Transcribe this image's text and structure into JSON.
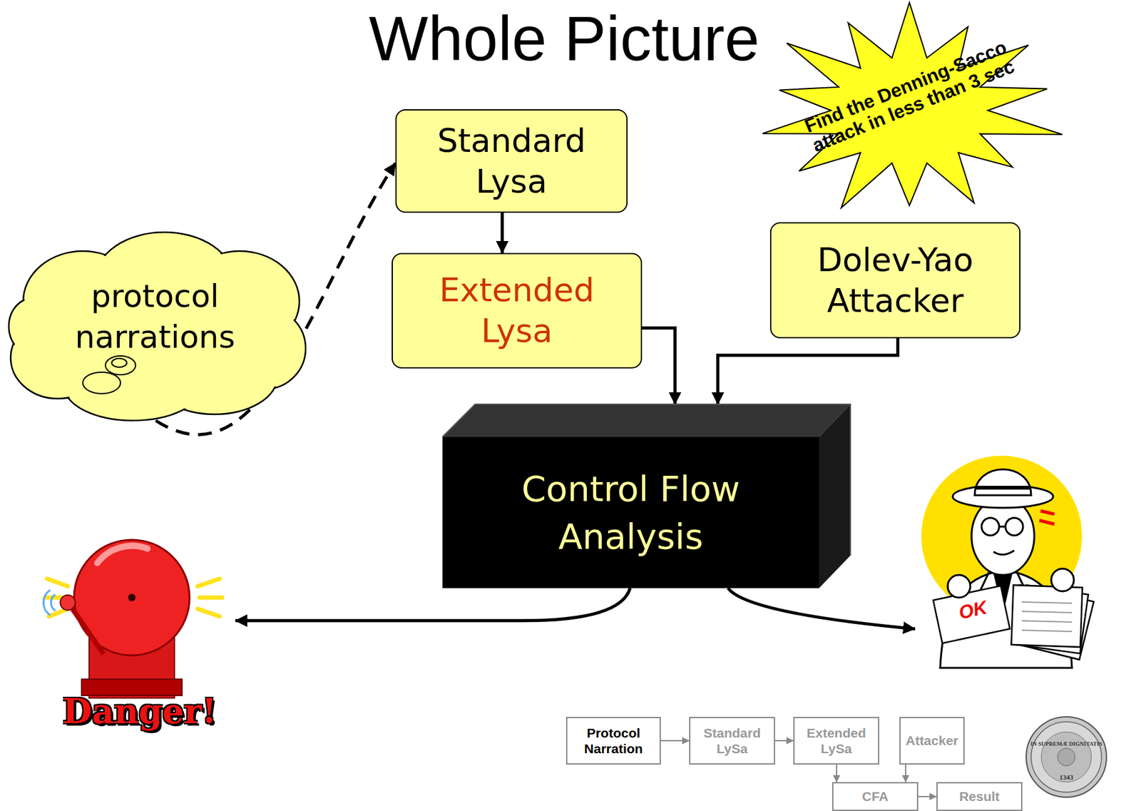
{
  "diagram": {
    "title": "Whole Picture",
    "nodes": [
      {
        "text": [
          "Standard Lysa"
        ]
      },
      {
        "text": [
          "Find the Denning-Sacco attack in less than 3 sec"
        ]
      },
      {
        "text": [
          "Extended Lysa"
        ]
      },
      {
        "text": [
          "Dolev-Yao Attacker"
        ]
      },
      {
        "text": [
          "protocol narrations"
        ]
      },
      {
        "text": [
          "Control Flow Analysis"
        ]
      },
      {
        "text": [
          "Danger!"
        ]
      },
      {
        "text": [
          "OK"
        ]
      },
      {
        "text": [
          "Protocol Narration"
        ]
      },
      {
        "text": [
          "Standard LySa"
        ]
      },
      {
        "text": [
          "Extended LySa"
        ]
      },
      {
        "text": [
          "Attacker"
        ]
      },
      {
        "text": [
          "CFA"
        ]
      },
      {
        "text": [
          "Result"
        ]
      }
    ],
    "edges": [
      {
        "from": 4,
        "to": 0,
        "arrow": "to"
      },
      {
        "from": 0,
        "to": 2,
        "arrow": "to"
      },
      {
        "from": 2,
        "to": 5,
        "arrow": "to"
      },
      {
        "from": 3,
        "to": 5,
        "arrow": "to"
      },
      {
        "from": 5,
        "to": 6,
        "arrow": "to"
      },
      {
        "from": 5,
        "to": 7,
        "arrow": "to"
      },
      {
        "from": 8,
        "to": 9,
        "arrow": "to"
      },
      {
        "from": 9,
        "to": 10,
        "arrow": "to"
      },
      {
        "from": 10,
        "to": 12,
        "arrow": "to"
      },
      {
        "from": 11,
        "to": 12,
        "arrow": "to"
      },
      {
        "from": 12,
        "to": 13,
        "arrow": "to"
      }
    ],
    "labels": [
      "IN SUPREMÆ DIGNITATIS",
      "1343"
    ]
  }
}
